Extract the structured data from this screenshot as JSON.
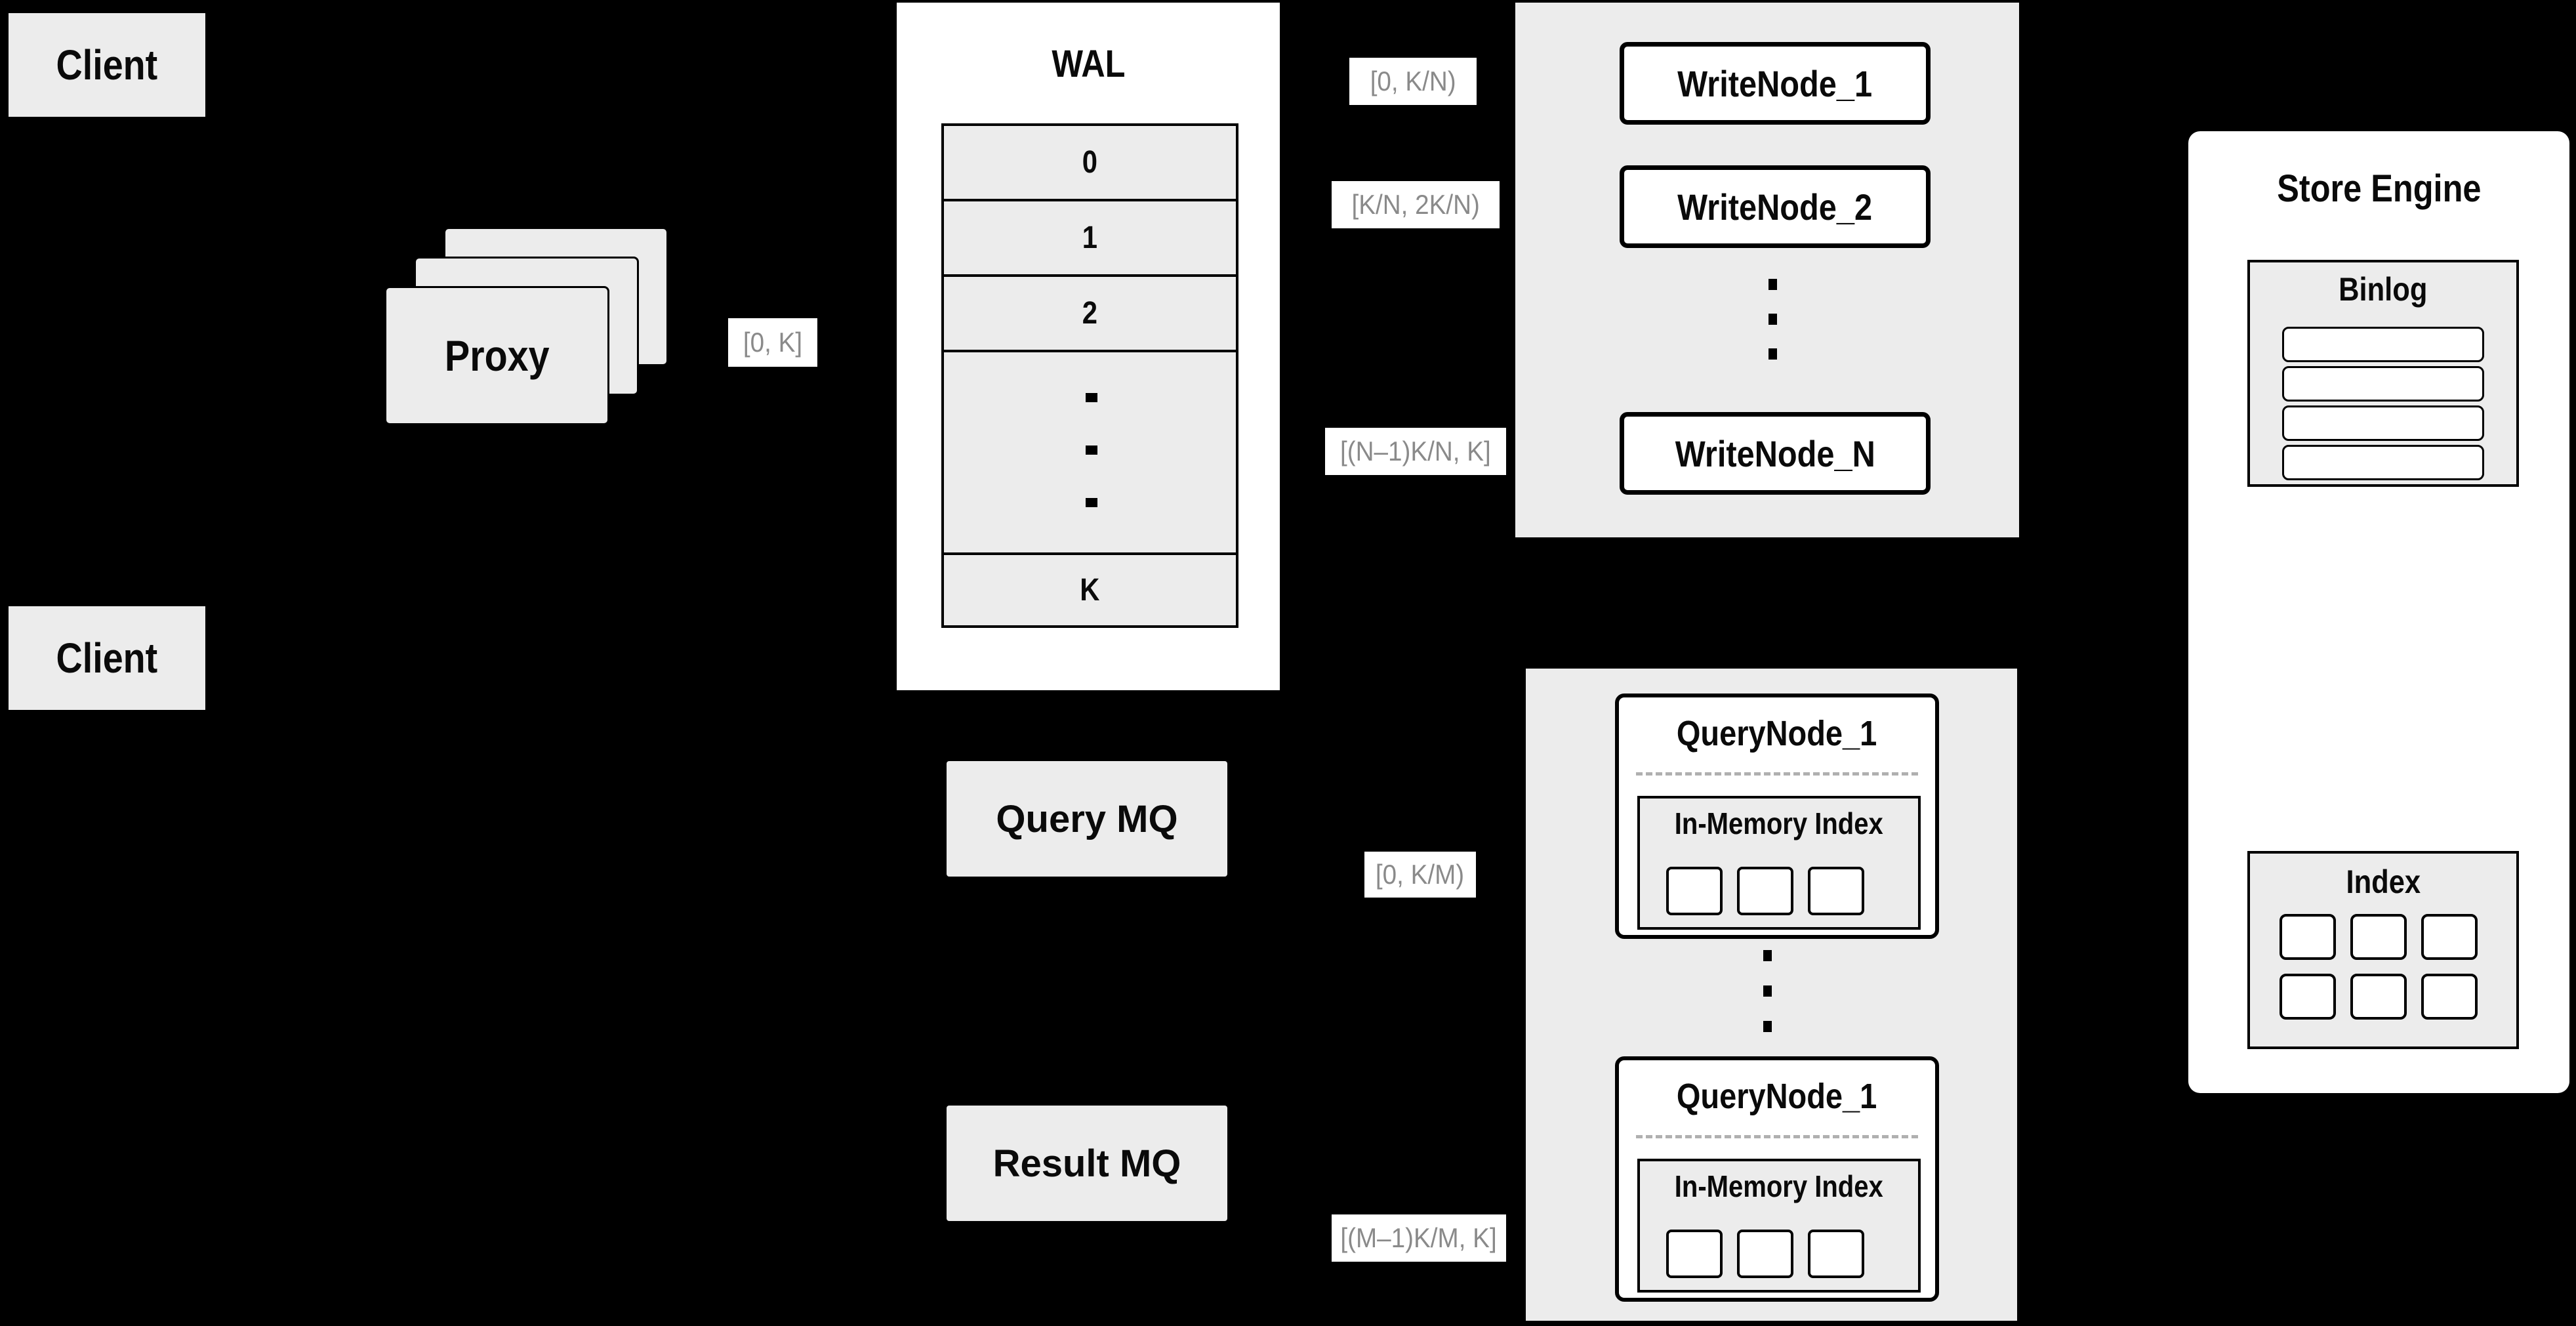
{
  "colors": {
    "background": "#000000",
    "panel_gray": "#ececec",
    "box_white": "#ffffff",
    "line_black": "#000000",
    "range_text_gray": "#8a8a8a",
    "divider_gray": "#b0b0b0"
  },
  "clients": {
    "top": "Client",
    "bottom": "Client"
  },
  "proxy": {
    "label": "Proxy",
    "range": "[0, K]"
  },
  "wal": {
    "title": "WAL",
    "rows": [
      "0",
      "1",
      "2"
    ],
    "last_row": "K"
  },
  "write_group": {
    "nodes": [
      {
        "label": "WriteNode_1",
        "range": "[0, K/N)"
      },
      {
        "label": "WriteNode_2",
        "range": "[K/N, 2K/N)"
      },
      {
        "label": "WriteNode_N",
        "range": "[(N–1)K/N, K]"
      }
    ]
  },
  "mq": {
    "query": "Query MQ",
    "result": "Result MQ"
  },
  "query_group": {
    "nodes": [
      {
        "label": "QueryNode_1",
        "index_title": "In-Memory Index",
        "range": "[0, K/M)"
      },
      {
        "label": "QueryNode_1",
        "index_title": "In-Memory Index",
        "range": "[(M–1)K/M, K]"
      }
    ]
  },
  "store_engine": {
    "title": "Store Engine",
    "binlog_title": "Binlog",
    "index_title": "Index"
  }
}
